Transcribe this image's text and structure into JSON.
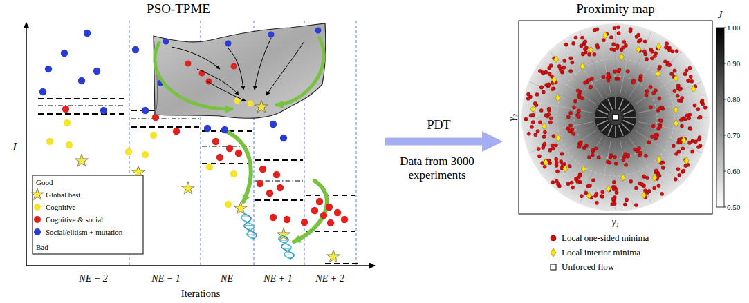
{
  "diagram": {
    "nodes": [
      {
        "text": [
          "PSO-TPME"
        ]
      },
      {
        "text": [
          "Proximity map"
        ]
      }
    ],
    "edges": [
      {
        "from": 0,
        "to": 1,
        "label": "PDT",
        "arrow": "to"
      }
    ],
    "labels": [
      "J",
      "Iterations",
      "NE − 2",
      "NE − 1",
      "NE",
      "NE + 1",
      "NE + 2",
      "Good",
      "Bad",
      "Data from 3000 experiments",
      "J",
      "1.00",
      "0.90",
      "0.80",
      "0.70",
      "0.60",
      "0.50",
      "γ₁",
      "γ₂"
    ],
    "legend": [
      {
        "text": "Global best",
        "color": "#f7e93a"
      },
      {
        "text": "Cognitive",
        "color": "#f4e52a"
      },
      {
        "text": "Cognitive & social",
        "color": "#e3211c"
      },
      {
        "text": "Social/elitism + mutation",
        "color": "#2b3cd6"
      },
      {
        "text": "Local one-sided minima",
        "color": "#d40f0f"
      },
      {
        "text": "Local interior minima",
        "color": "#ffe600"
      },
      {
        "text": "Unforced flow",
        "color": "#ffffff"
      }
    ]
  }
}
